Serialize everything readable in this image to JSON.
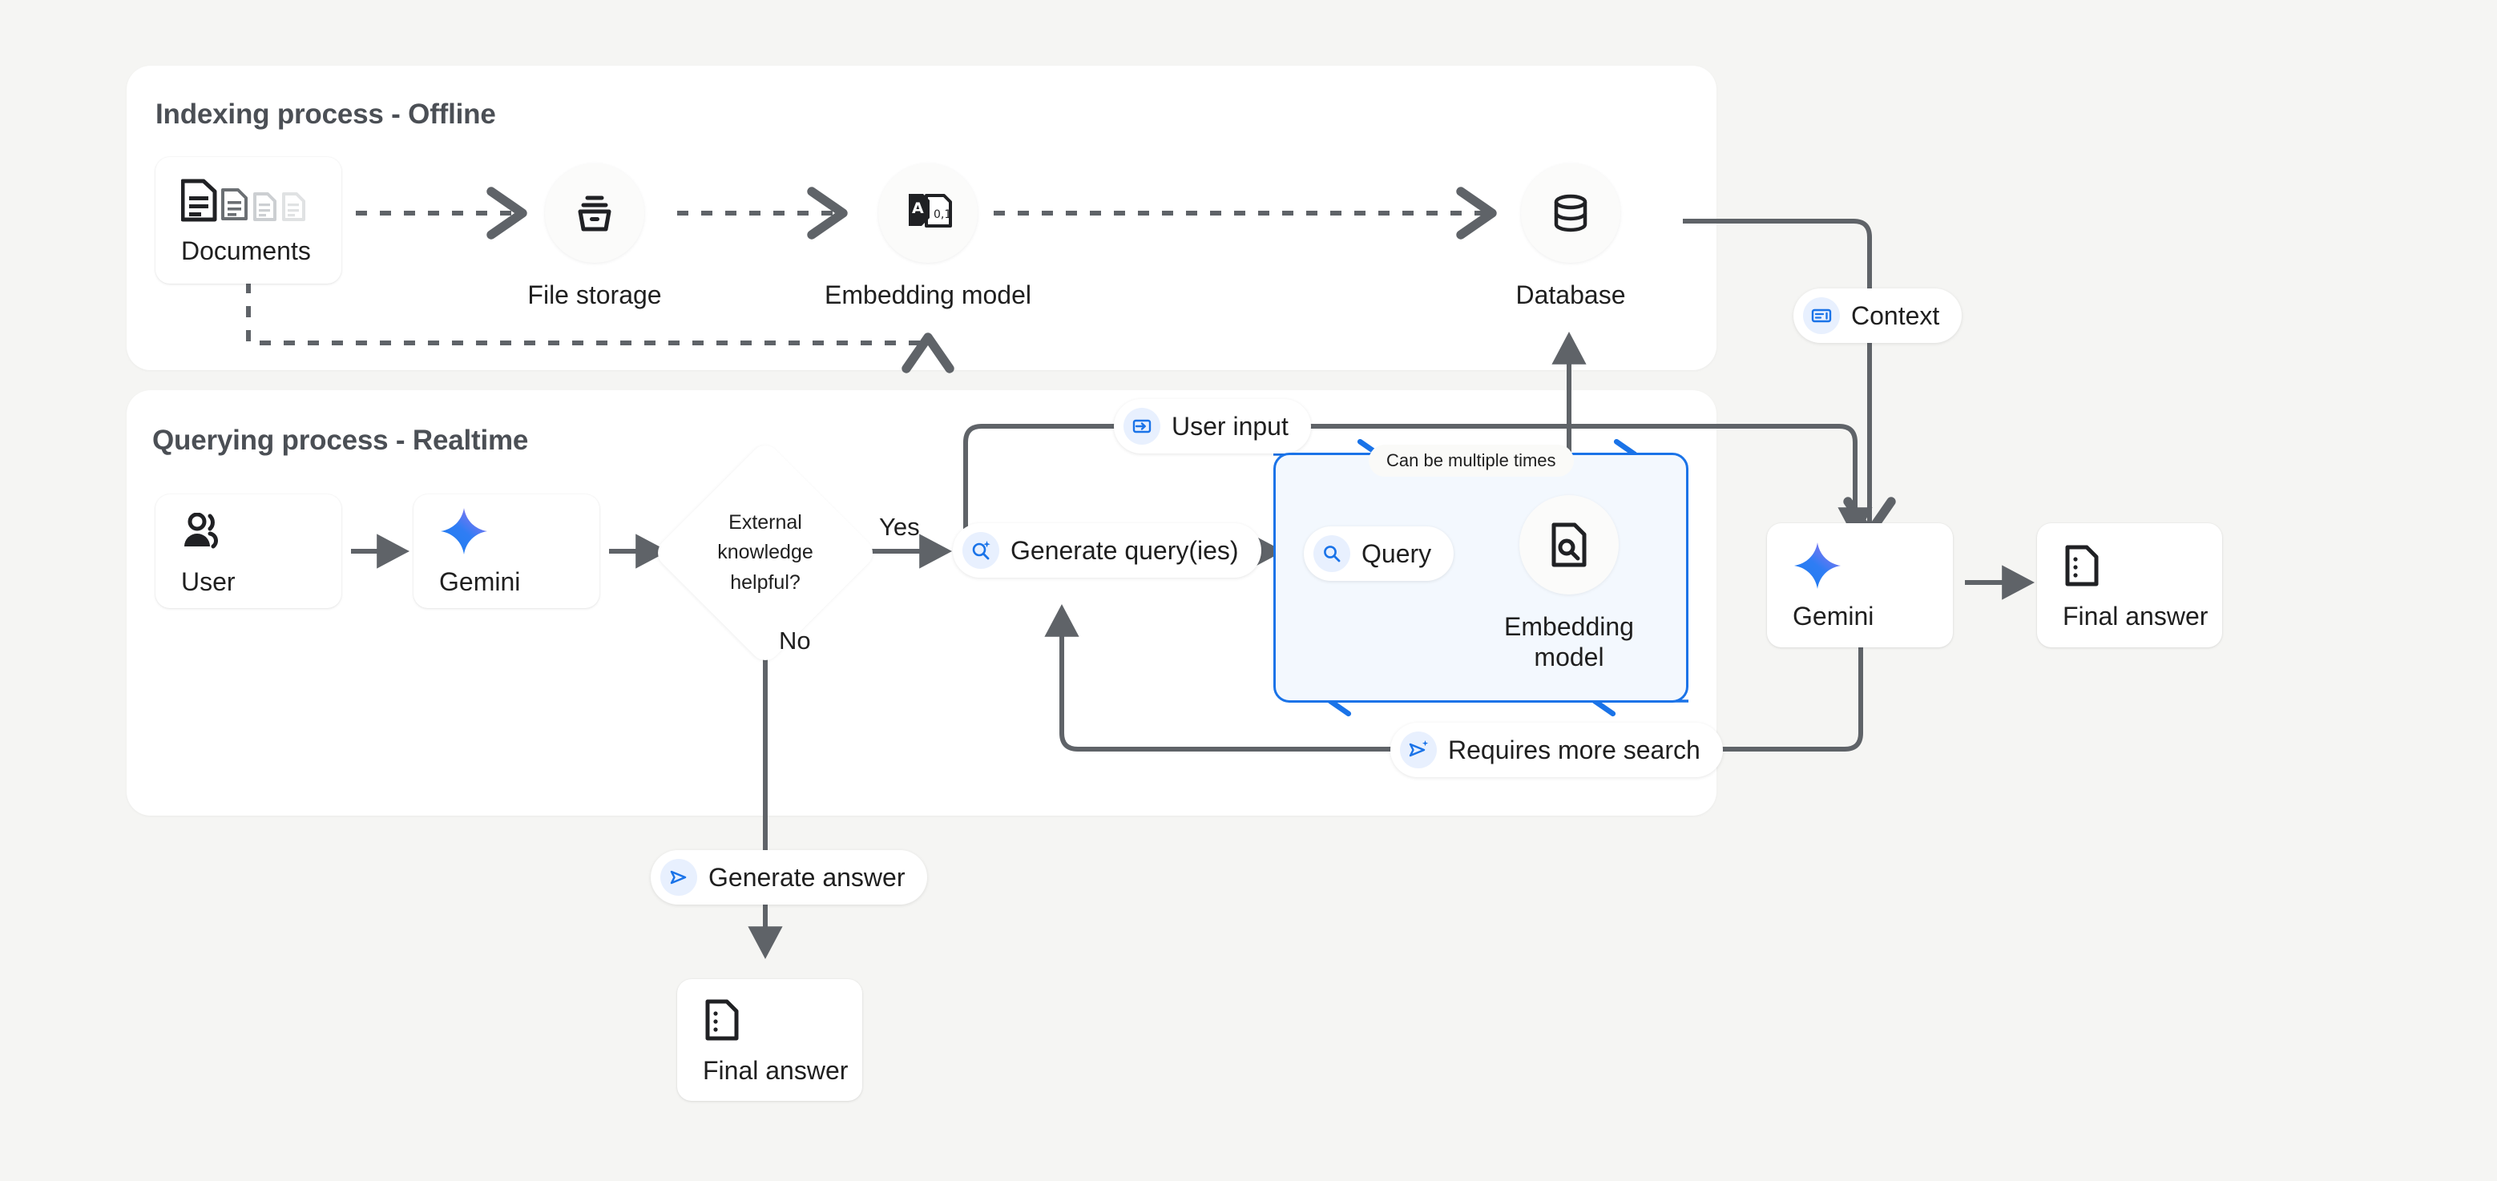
{
  "theme": {
    "background": "#f5f5f3",
    "panel_bg": "#ffffff",
    "accent_blue": "#1a73e8",
    "badge_blue": "#e8f0fe",
    "wire": "#5f6368",
    "loop_fill": "#f3f8fe",
    "text": "#1f1f1f",
    "title_text": "#4b4f55"
  },
  "panels": {
    "indexing": {
      "title": "Indexing process - Offline"
    },
    "querying": {
      "title": "Querying process - Realtime"
    }
  },
  "indexing": {
    "documents": {
      "label": "Documents",
      "icon": "documents-stack-icon"
    },
    "file_storage": {
      "label": "File storage",
      "icon": "file-storage-icon"
    },
    "embedding_model": {
      "label": "Embedding model",
      "icon": "text-to-vector-icon"
    },
    "database": {
      "label": "Database",
      "icon": "database-icon"
    }
  },
  "querying": {
    "user": {
      "label": "User",
      "icon": "user-icon"
    },
    "gemini_left": {
      "label": "Gemini",
      "icon": "gemini-sparkle-icon"
    },
    "decision": {
      "line1": "External",
      "line2": "knowledge",
      "line3": "helpful?"
    },
    "yes_label": "Yes",
    "no_label": "No",
    "generate_queries": {
      "label": "Generate query(ies)",
      "icon": "search-sparkle-icon"
    },
    "user_input": {
      "label": "User input",
      "icon": "input-arrow-icon"
    },
    "loop_note": "Can be multiple times",
    "query": {
      "label": "Query",
      "icon": "search-icon"
    },
    "embedding_model": {
      "line1": "Embedding",
      "line2": "model",
      "icon": "document-search-icon"
    },
    "requires_more_search": {
      "label": "Requires more search",
      "icon": "send-sparkle-icon"
    },
    "generate_answer": {
      "label": "Generate answer",
      "icon": "send-icon"
    },
    "final_answer_bottom": {
      "label": "Final answer",
      "icon": "answer-document-icon"
    }
  },
  "output": {
    "context": {
      "label": "Context",
      "icon": "context-panel-icon"
    },
    "gemini_right": {
      "label": "Gemini",
      "icon": "gemini-sparkle-icon"
    },
    "final_answer": {
      "label": "Final answer",
      "icon": "answer-document-icon"
    }
  }
}
